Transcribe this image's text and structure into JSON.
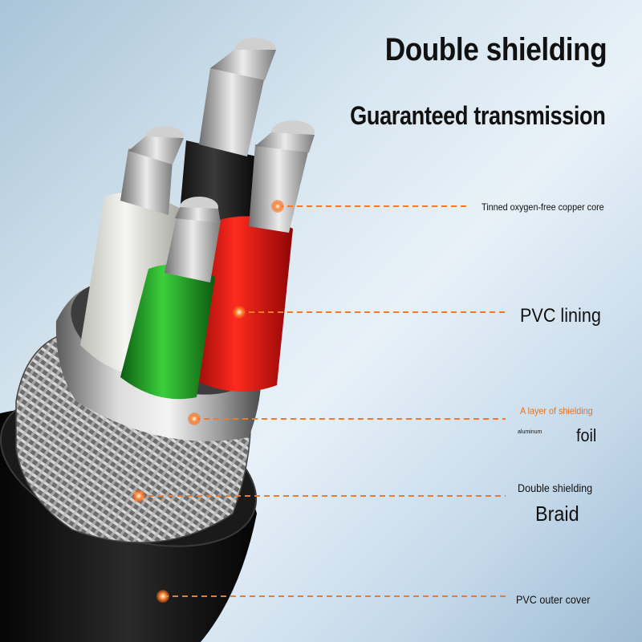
{
  "headline": "Double shielding",
  "subheadline": "Guaranteed transmission",
  "labels": {
    "copper_core": "Tinned oxygen-free copper core",
    "pvc_lining": "PVC lining",
    "shield_layer": "A layer of shielding",
    "aluminum_small": "aluminum",
    "foil": "foil",
    "double_shielding": "Double shielding",
    "braid": "Braid",
    "outer_cover": "PVC outer cover"
  },
  "colors": {
    "accent_orange": "#f07a28",
    "highlight_text": "#e8731f",
    "wire_white": "#ecece8",
    "wire_black": "#1a1a1a",
    "wire_green": "#1f9a2a",
    "wire_red": "#e21515",
    "jacket_black": "#141414"
  }
}
